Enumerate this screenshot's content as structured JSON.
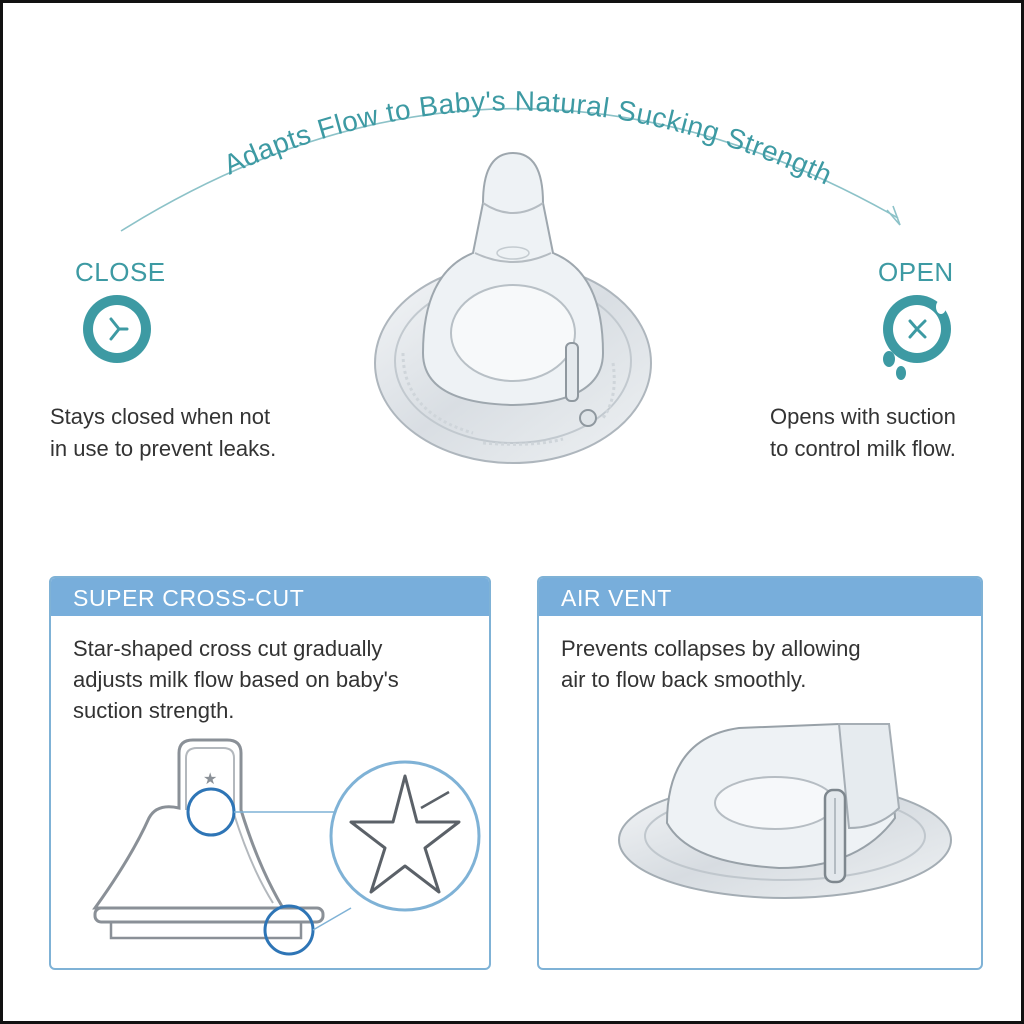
{
  "header": {
    "arc_text": "Adapts Flow to Baby's Natural Sucking Strength"
  },
  "close": {
    "title": "CLOSE",
    "lines": [
      "Stays closed when not",
      "in use to prevent leaks."
    ],
    "icon": "closed-valve-icon"
  },
  "open": {
    "title": "OPEN",
    "lines": [
      "Opens with suction",
      "to control milk flow."
    ],
    "icon": "open-valve-icon"
  },
  "cross_cut": {
    "title": "SUPER CROSS-CUT",
    "lines": [
      "Star-shaped cross cut gradually",
      "adjusts milk flow based on baby's",
      "suction strength."
    ]
  },
  "air_vent": {
    "title": "AIR VENT",
    "lines": [
      "Prevents collapses by allowing",
      "air to flow back smoothly."
    ]
  },
  "colors": {
    "teal": "#3d9aa3",
    "panel_blue": "#78aedb",
    "outline_blue": "#2e75b6"
  }
}
